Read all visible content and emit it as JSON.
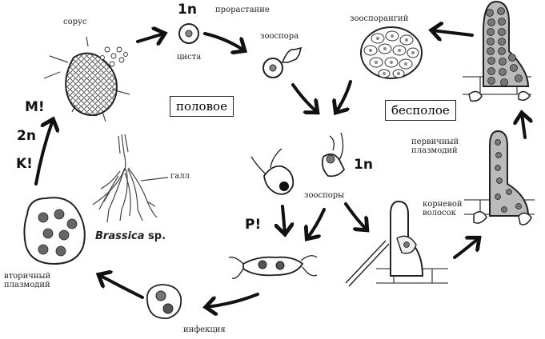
{
  "labels": {
    "sorus": "сорус",
    "one_n_top": "1n",
    "germination": "прорастание",
    "cyst": "циста",
    "zoospore_top": "зооспора",
    "zoosporangium": "зооспорангий",
    "primary_plasmodium": "первичный\nплазмодий",
    "root_hair": "корневой\nволосок",
    "gall": "галл",
    "brassica_italic": "Brassica",
    "brassica_sp": " sp.",
    "zoospores": "зооспоры",
    "one_n_mid": "1n",
    "p_mark": "P!",
    "infection": "инфекция",
    "secondary_plasmodium": "вторичный\nплазмодий",
    "m_mark": "M!",
    "two_n": "2n",
    "k_mark": "K!"
  },
  "boxes": {
    "sexual": "половое",
    "asexual": "бесполое"
  }
}
